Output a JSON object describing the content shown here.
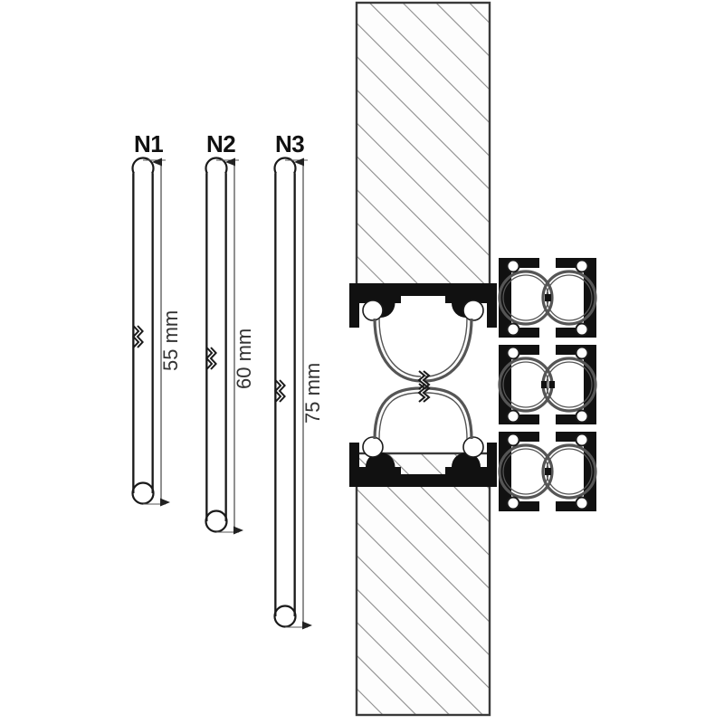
{
  "figure": {
    "type": "technical-drawing",
    "title": "Glass balustrade clamp profile with connecting pins",
    "background_color": "#ffffff",
    "line_color": "#1a1a1a",
    "hatch_color": "#8c8c8c",
    "profile_fill": "#111111"
  },
  "parts": [
    {
      "id": "N1",
      "label": "N1",
      "dimension": "55 mm",
      "length_mm": 55
    },
    {
      "id": "N2",
      "label": "N2",
      "dimension": "60 mm",
      "length_mm": 60
    },
    {
      "id": "N3",
      "label": "N3",
      "dimension": "75 mm",
      "length_mm": 75
    }
  ],
  "section_view": {
    "name": "cross-section-assembly",
    "upper_panel": {
      "name": "upper-glass-panel",
      "hatch": "diagonal-45"
    },
    "lower_panel": {
      "name": "lower-glass-panel",
      "hatch": "diagonal-45"
    },
    "upper_profile": {
      "name": "upper-clamp-profile"
    },
    "lower_profile": {
      "name": "lower-clamp-profile"
    },
    "spring_symbols": 2
  },
  "detail_views": [
    {
      "id": "detail-1",
      "name": "clamp-pair-top"
    },
    {
      "id": "detail-2",
      "name": "clamp-pair-middle"
    },
    {
      "id": "detail-3",
      "name": "clamp-pair-bottom"
    }
  ],
  "icons": {
    "break_symbol": "zigzag-break-icon",
    "arrow_up": "arrow-up-icon",
    "arrow_down": "arrow-down-icon"
  }
}
